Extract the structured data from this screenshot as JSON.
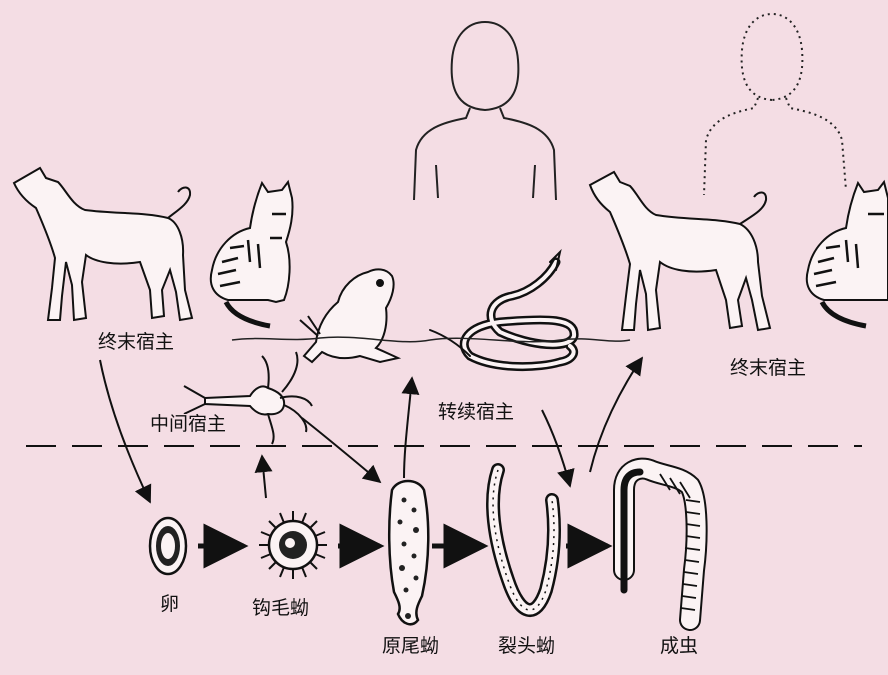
{
  "labels": {
    "definitive_host_left": "终末宿主",
    "definitive_host_right": "终末宿主",
    "intermediate_host": "中间宿主",
    "paratenic_host": "转续宿主"
  },
  "stages": {
    "egg": "卵",
    "coracidium": "钩毛蚴",
    "procercoid": "原尾蚴",
    "plerocercoid": "裂头蚴",
    "adult": "成虫"
  },
  "colors": {
    "background": "#f4dde4",
    "ink": "#111111"
  }
}
